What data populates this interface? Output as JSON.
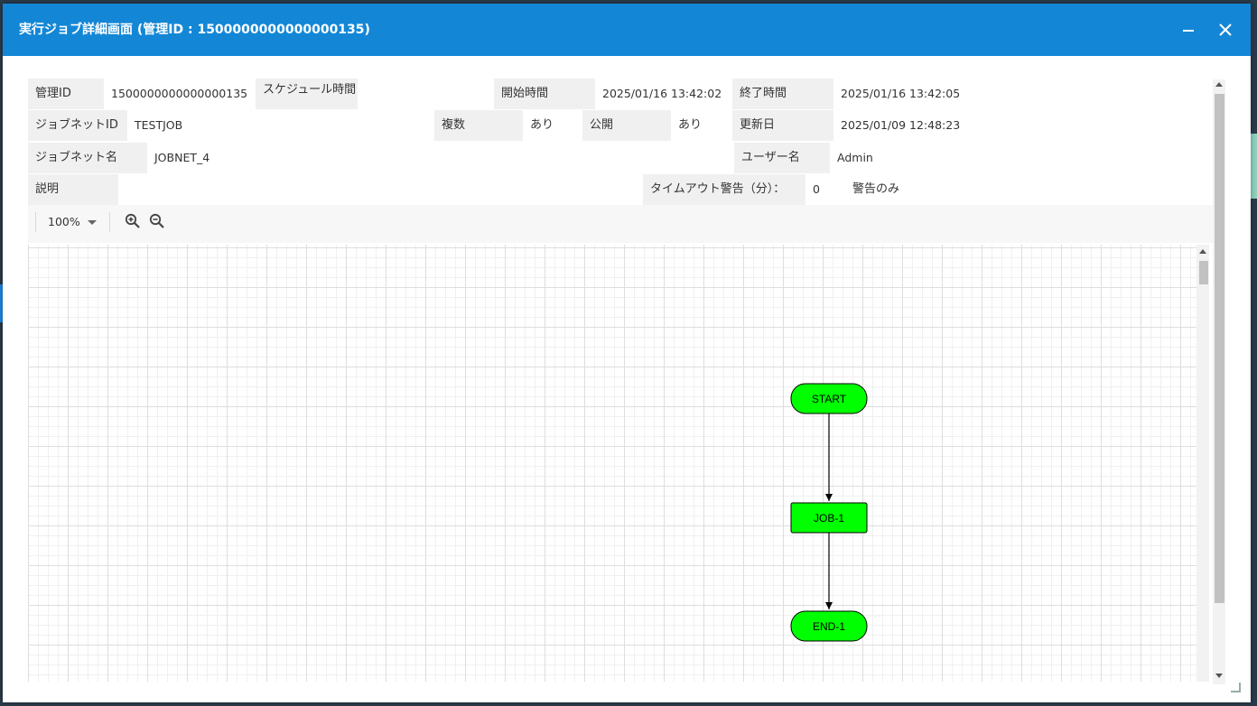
{
  "dialog": {
    "title": "実行ジョブ詳細画面 (管理ID : 1500000000000000135)",
    "minimize_icon": "minimize-icon",
    "close_icon": "close-icon"
  },
  "info": {
    "mgmt_id_label": "管理ID",
    "mgmt_id_value": "1500000000000000135",
    "schedule_label": "スケジュール時間",
    "schedule_value": "",
    "start_label": "開始時間",
    "start_value": "2025/01/16 13:42:02",
    "end_label": "終了時間",
    "end_value": "2025/01/16 13:42:05",
    "jobnet_id_label": "ジョブネットID",
    "jobnet_id_value": "TESTJOB",
    "multiple_label": "複数",
    "multiple_value": "あり",
    "public_label": "公開",
    "public_value": "あり",
    "updated_label": "更新日",
    "updated_value": "2025/01/09 12:48:23",
    "jobnet_name_label": "ジョブネット名",
    "jobnet_name_value": "JOBNET_4",
    "user_label": "ユーザー名",
    "user_value": "Admin",
    "desc_label": "説明",
    "desc_value": "",
    "timeout_label": "タイムアウト警告（分）：",
    "timeout_value": "0",
    "timeout_mode": "警告のみ"
  },
  "toolbar": {
    "zoom_level": "100%",
    "zoom_in_icon": "zoom-in-icon",
    "zoom_out_icon": "zoom-out-icon"
  },
  "flow": {
    "nodes": [
      {
        "id": "start",
        "label": "START",
        "shape": "rounded"
      },
      {
        "id": "job1",
        "label": "JOB-1",
        "shape": "rect"
      },
      {
        "id": "end1",
        "label": "END-1",
        "shape": "rounded"
      }
    ],
    "edges": [
      [
        "start",
        "job1"
      ],
      [
        "job1",
        "end1"
      ]
    ],
    "node_color": "#00ff00",
    "stroke_color": "#000000"
  },
  "colors": {
    "titlebar": "#1387d6",
    "label_bg": "#f0f0f0"
  }
}
